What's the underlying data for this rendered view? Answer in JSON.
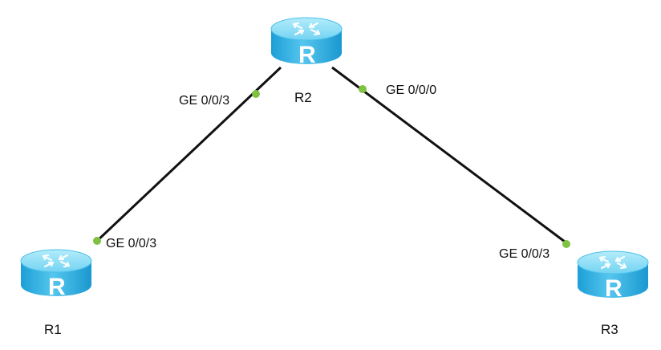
{
  "colors": {
    "router_top": "#8ee0f7",
    "router_body": "#27aee2",
    "router_body_light": "#56c8ef",
    "link": "#111111",
    "port": "#7fc241"
  },
  "routers": [
    {
      "id": "r1",
      "name": "R1",
      "letter": "R",
      "icon": "router-icon"
    },
    {
      "id": "r2",
      "name": "R2",
      "letter": "R",
      "icon": "router-icon"
    },
    {
      "id": "r3",
      "name": "R3",
      "letter": "R",
      "icon": "router-icon"
    }
  ],
  "links": [
    {
      "from": "R1",
      "to": "R2",
      "from_port": "GE 0/0/3",
      "to_port": "GE 0/0/3"
    },
    {
      "from": "R2",
      "to": "R3",
      "from_port": "GE 0/0/0",
      "to_port": "GE 0/0/3"
    }
  ]
}
